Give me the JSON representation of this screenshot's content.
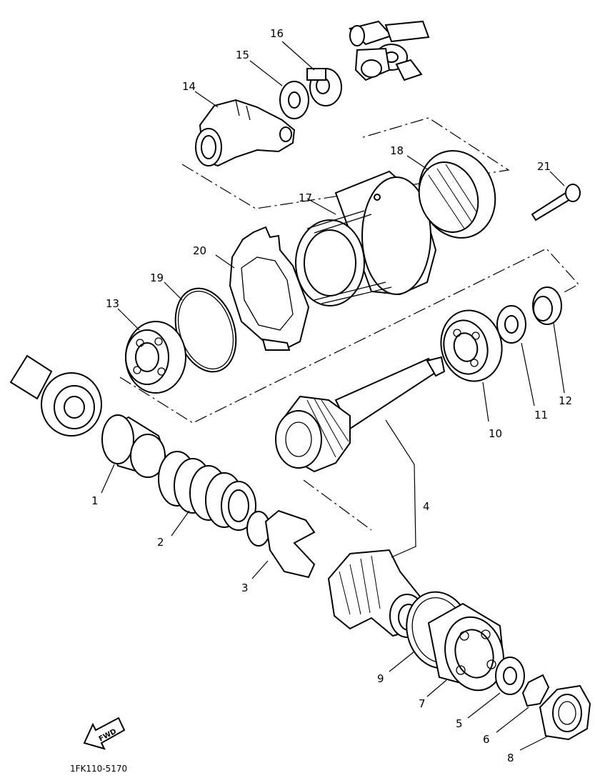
{
  "parts": [
    {
      "id": "1",
      "label": "1"
    },
    {
      "id": "2",
      "label": "2"
    },
    {
      "id": "3",
      "label": "3"
    },
    {
      "id": "4",
      "label": "4"
    },
    {
      "id": "5",
      "label": "5"
    },
    {
      "id": "6",
      "label": "6"
    },
    {
      "id": "7",
      "label": "7"
    },
    {
      "id": "8",
      "label": "8"
    },
    {
      "id": "9",
      "label": "9"
    },
    {
      "id": "10",
      "label": "10"
    },
    {
      "id": "11",
      "label": "11"
    },
    {
      "id": "12",
      "label": "12"
    },
    {
      "id": "13",
      "label": "13"
    },
    {
      "id": "14",
      "label": "14"
    },
    {
      "id": "15",
      "label": "15"
    },
    {
      "id": "16",
      "label": "16"
    },
    {
      "id": "17",
      "label": "17"
    },
    {
      "id": "18",
      "label": "18"
    },
    {
      "id": "19",
      "label": "19"
    },
    {
      "id": "20",
      "label": "20"
    },
    {
      "id": "21",
      "label": "21"
    }
  ],
  "fwd_label": "FWD",
  "diagram_code": "1FK110-5170"
}
